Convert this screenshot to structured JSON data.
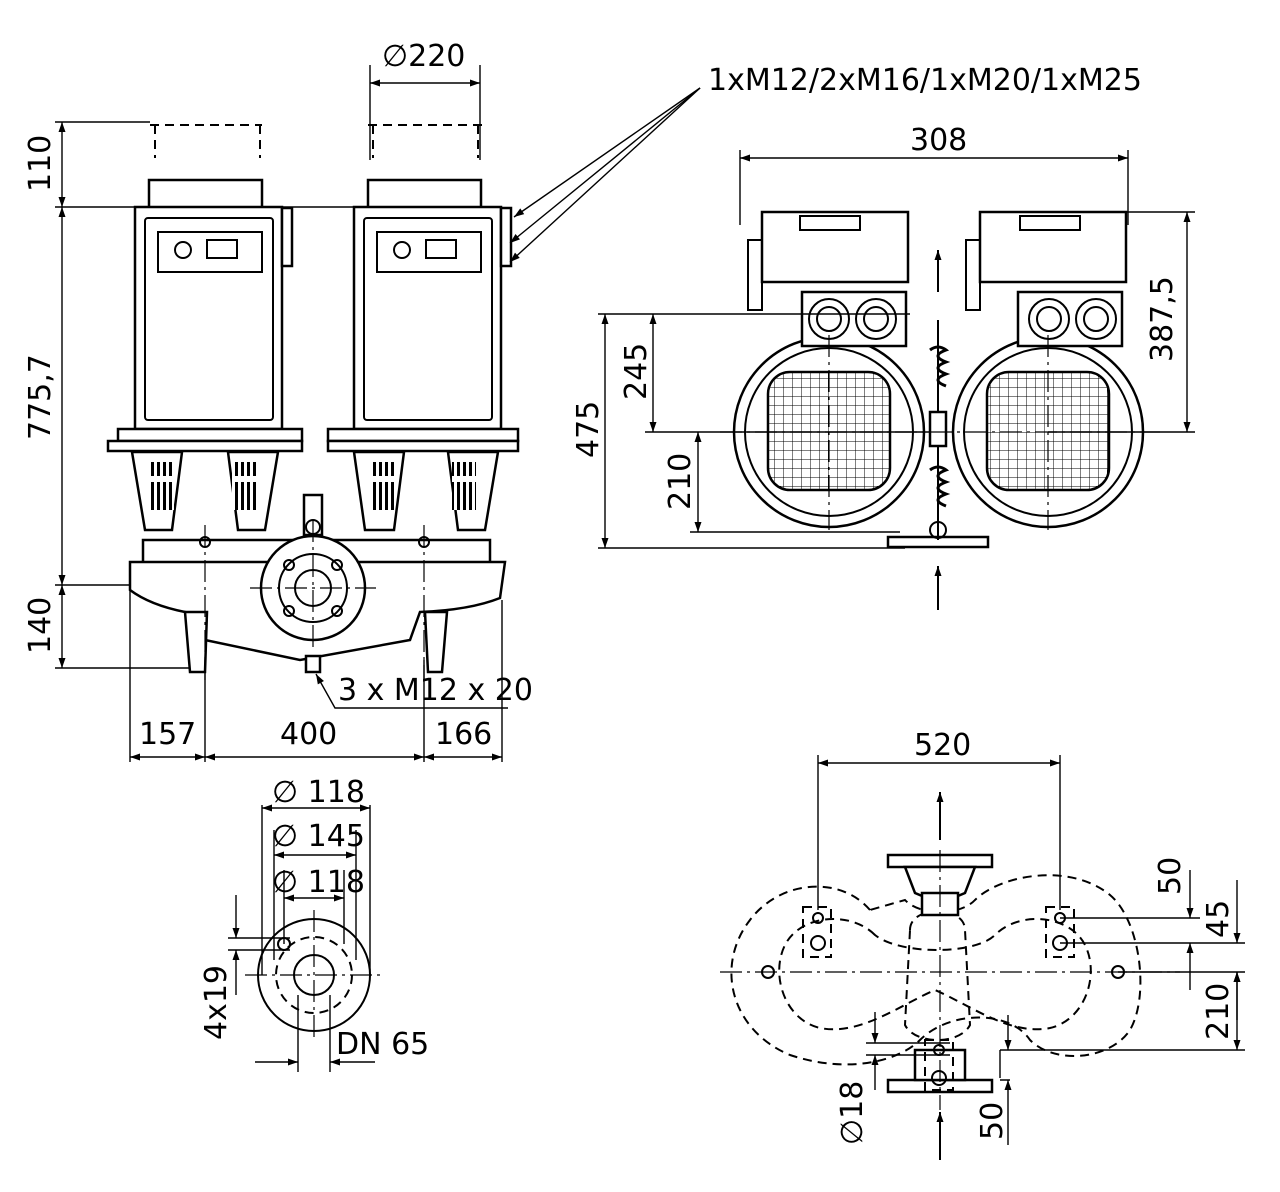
{
  "front_view": {
    "dim_d220": "∅220",
    "dim_110": "110",
    "dim_775_7": "775,7",
    "dim_140": "140",
    "dim_157": "157",
    "dim_400": "400",
    "dim_166": "166",
    "screw_label": "3 x M12 x 20",
    "cable_gland_label": "1xM12/2xM16/1xM20/1xM25"
  },
  "side_view": {
    "dim_308": "308",
    "dim_387_5": "387,5",
    "dim_475": "475",
    "dim_245": "245",
    "dim_210": "210"
  },
  "flange_view": {
    "dim_d118_top": "∅ 118",
    "dim_d145": "∅ 145",
    "dim_d118": "∅ 118",
    "dim_4x19": "4x19",
    "dim_dn65": "DN 65"
  },
  "base_view": {
    "dim_520": "520",
    "dim_50_top": "50",
    "dim_45": "45",
    "dim_210": "210",
    "dim_d18": "∅18",
    "dim_50_bottom": "50"
  }
}
